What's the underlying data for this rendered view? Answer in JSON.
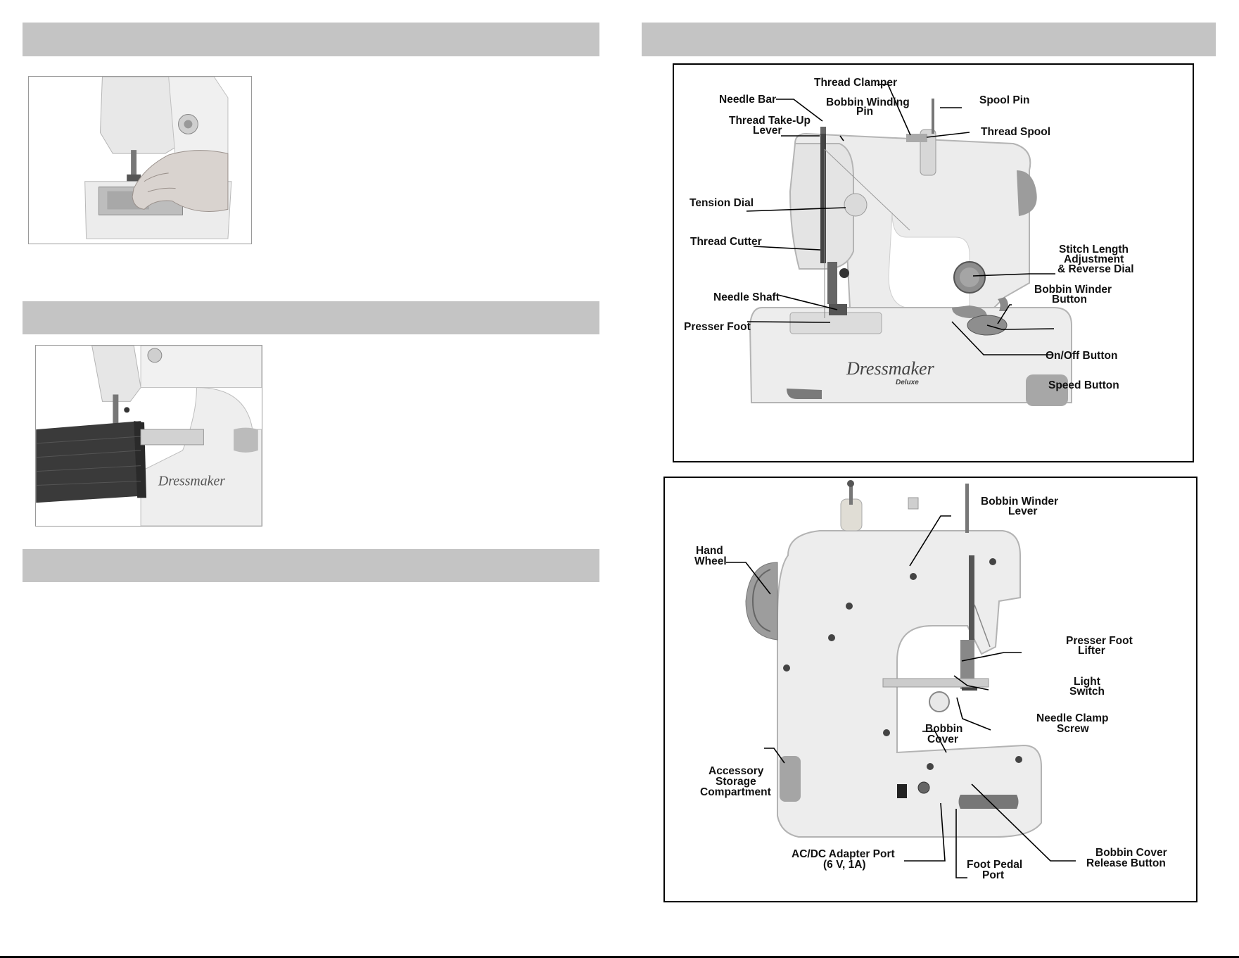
{
  "brand": {
    "logo": "Dressmaker",
    "logo_sub": "Deluxe"
  },
  "front_view": {
    "labels": {
      "needle_bar": "Needle Bar",
      "thread_clamper": "Thread Clamper",
      "bobbin_winding_pin_1": "Bobbin Winding",
      "bobbin_winding_pin_2": "Pin",
      "spool_pin": "Spool Pin",
      "take_up_1": "Thread Take-Up",
      "take_up_2": "Lever",
      "thread_spool": "Thread Spool",
      "tension_dial": "Tension Dial",
      "thread_cutter": "Thread Cutter",
      "stitch_1": "Stitch Length",
      "stitch_2": "Adjustment",
      "stitch_3": "& Reverse Dial",
      "bobbin_winder_button_1": "Bobbin Winder",
      "bobbin_winder_button_2": "Button",
      "needle_shaft": "Needle Shaft",
      "presser_foot": "Presser Foot",
      "on_off": "On/Off Button",
      "speed": "Speed Button"
    }
  },
  "back_view": {
    "labels": {
      "bobbin_winder_lever_1": "Bobbin Winder",
      "bobbin_winder_lever_2": "Lever",
      "hand_wheel_1": "Hand",
      "hand_wheel_2": "Wheel",
      "presser_lifter_1": "Presser Foot",
      "presser_lifter_2": "Lifter",
      "light_switch_1": "Light",
      "light_switch_2": "Switch",
      "needle_clamp_1": "Needle Clamp",
      "needle_clamp_2": "Screw",
      "bobbin_cover_1": "Bobbin",
      "bobbin_cover_2": "Cover",
      "accessory_1": "Accessory",
      "accessory_2": "Storage",
      "accessory_3": "Compartment",
      "adapter_1": "AC/DC Adapter Port",
      "adapter_2": "(6 V, 1A)",
      "foot_pedal_1": "Foot Pedal",
      "foot_pedal_2": "Port",
      "release_1": "Bobbin Cover",
      "release_2": "Release Button"
    }
  }
}
